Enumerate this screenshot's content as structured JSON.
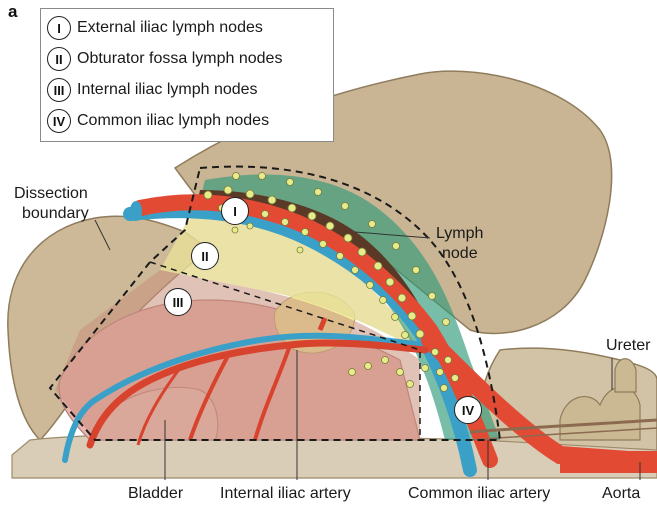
{
  "panel_label": "a",
  "legend": {
    "items": [
      {
        "numeral": "I",
        "text": "External iliac lymph nodes"
      },
      {
        "numeral": "II",
        "text": "Obturator fossa lymph nodes"
      },
      {
        "numeral": "III",
        "text": "Internal iliac lymph nodes"
      },
      {
        "numeral": "IV",
        "text": "Common iliac lymph nodes"
      }
    ]
  },
  "region_markers": [
    "I",
    "II",
    "III",
    "IV"
  ],
  "labels": {
    "dissection_boundary": [
      "Dissection",
      "boundary"
    ],
    "lymph_node": [
      "Lymph",
      "node"
    ],
    "ureter": "Ureter",
    "bladder": "Bladder",
    "internal_iliac_artery": "Internal iliac artery",
    "common_iliac_artery": "Common iliac artery",
    "aorta": "Aorta"
  },
  "colors": {
    "bone": "#c8b596",
    "bone_dark": "#a8946f",
    "artery": "#e24a33",
    "vein": "#3aa0c8",
    "region_I": "#5a3a26",
    "region_II": "#e2d894",
    "region_III": "#cf9a88",
    "region_IV": "#2f9a7a",
    "node": "#e6ec8a"
  }
}
